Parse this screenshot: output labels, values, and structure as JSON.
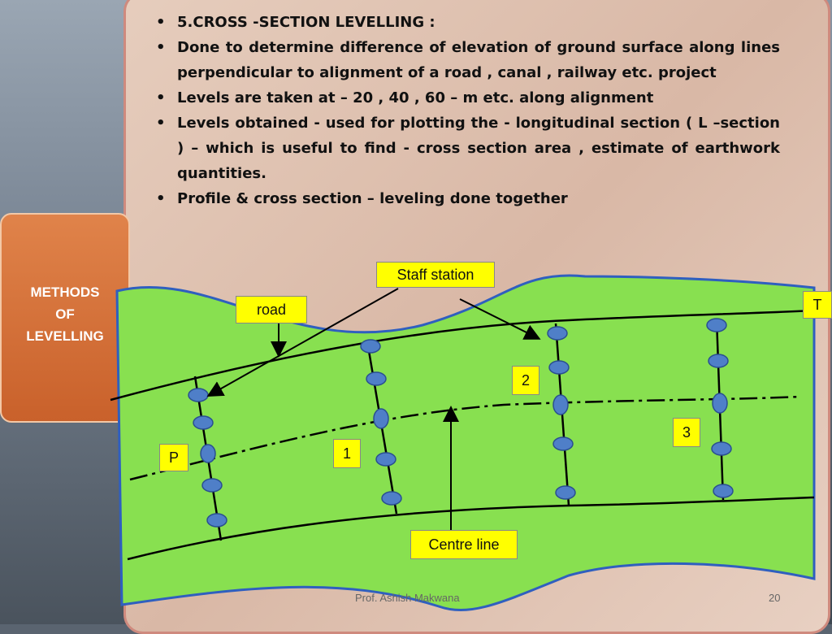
{
  "side_box": {
    "lines": [
      "METHODS",
      "OF",
      "LEVELLING"
    ]
  },
  "bullets": [
    "5.CROSS -SECTION LEVELLING :",
    "Done to determine difference of elevation of ground surface along lines perpendicular to alignment of a road , canal , railway etc. project",
    "Levels are taken at – 20 , 40 , 60 – m etc. along alignment",
    "Levels obtained - used for plotting the - longitudinal section ( L –section ) – which is useful to find - cross section area , estimate of earthwork quantities.",
    "Profile & cross section – leveling done together"
  ],
  "diagram": {
    "labels": {
      "staff_station": "Staff station",
      "road": "road",
      "t": "T",
      "p": "P",
      "one": "1",
      "two": "2",
      "three": "3",
      "centre_line": "Centre line"
    },
    "colors": {
      "road_fill": "#88e050",
      "staff_dot": "#4f7fc8",
      "label_bg": "#ffff00"
    }
  },
  "footer": {
    "author": "Prof. Ashish Makwana",
    "page": "20"
  }
}
